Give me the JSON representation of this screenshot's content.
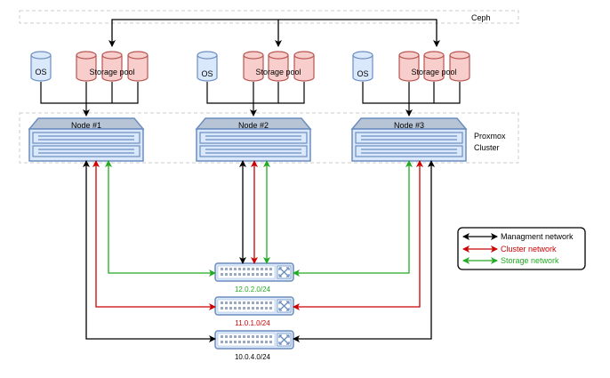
{
  "groups": {
    "ceph_label": "Ceph",
    "proxmox_label_line1": "Proxmox",
    "proxmox_label_line2": "Cluster"
  },
  "nodes": [
    {
      "label": "Node #1",
      "os_label": "OS",
      "pool_label": "Storage pool"
    },
    {
      "label": "Node #2",
      "os_label": "OS",
      "pool_label": "Storage pool"
    },
    {
      "label": "Node #3",
      "os_label": "OS",
      "pool_label": "Storage pool"
    }
  ],
  "switches": [
    {
      "subnet": "12.0.2.0/24",
      "color": "#22aa22"
    },
    {
      "subnet": "11.0.1.0/24",
      "color": "#cc0000"
    },
    {
      "subnet": "10.0.4.0/24",
      "color": "#000000"
    }
  ],
  "legend": {
    "items": [
      {
        "label": "Managment network",
        "color": "#000000"
      },
      {
        "label": "Cluster network",
        "color": "#cc0000"
      },
      {
        "label": "Storage network",
        "color": "#22aa22"
      }
    ]
  },
  "colors": {
    "management": "#000000",
    "cluster": "#cc0000",
    "storage": "#22aa22",
    "node_fill": "#dae8fc",
    "node_stroke": "#6c8ebf",
    "disk_os_fill": "#dae8fc",
    "disk_pool_fill": "#f8cecc",
    "disk_pool_stroke": "#b85450"
  }
}
